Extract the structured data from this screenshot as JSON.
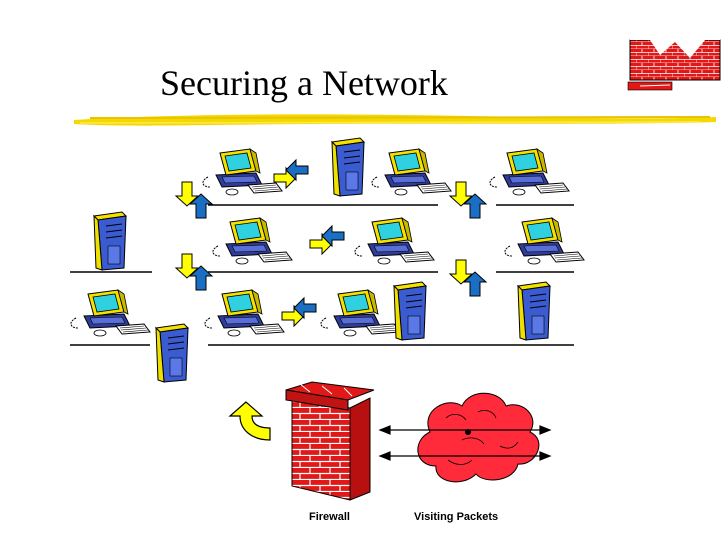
{
  "slide": {
    "title": "Securing a Network",
    "captions": {
      "firewall": "Firewall",
      "visiting_packets": "Visiting Packets"
    }
  },
  "colors": {
    "highlighter": "#f5d800",
    "monitor": "#f5e000",
    "screen": "#2fd0e0",
    "tower_front": "#f0e000",
    "tower_side": "#3b5bd0",
    "arrow_yellow": "#ffff00",
    "arrow_blue": "#1a6fc4",
    "brick": "#e01818",
    "cloud": "#ff2a3a"
  }
}
